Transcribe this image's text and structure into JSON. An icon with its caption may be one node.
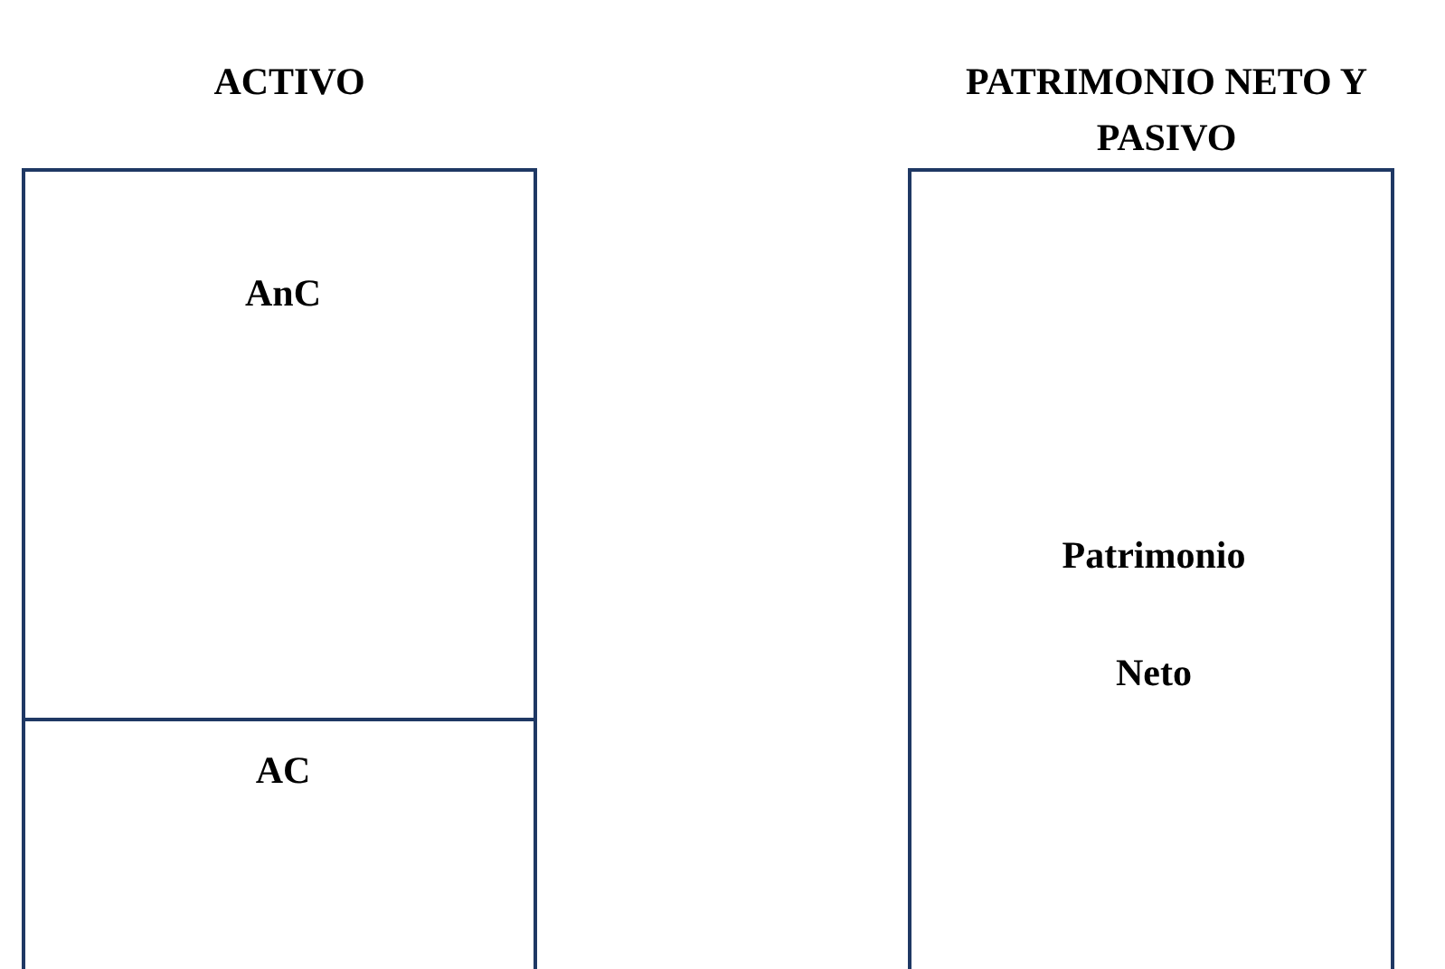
{
  "diagram": {
    "nodes": [
      {
        "text": [
          "AnC"
        ]
      },
      {
        "text": [
          "AC"
        ]
      },
      {
        "text": [
          "Patrimonio Neto"
        ]
      }
    ],
    "labels": [
      "ACTIVO",
      "PATRIMONIO NETO Y PASIVO"
    ]
  }
}
